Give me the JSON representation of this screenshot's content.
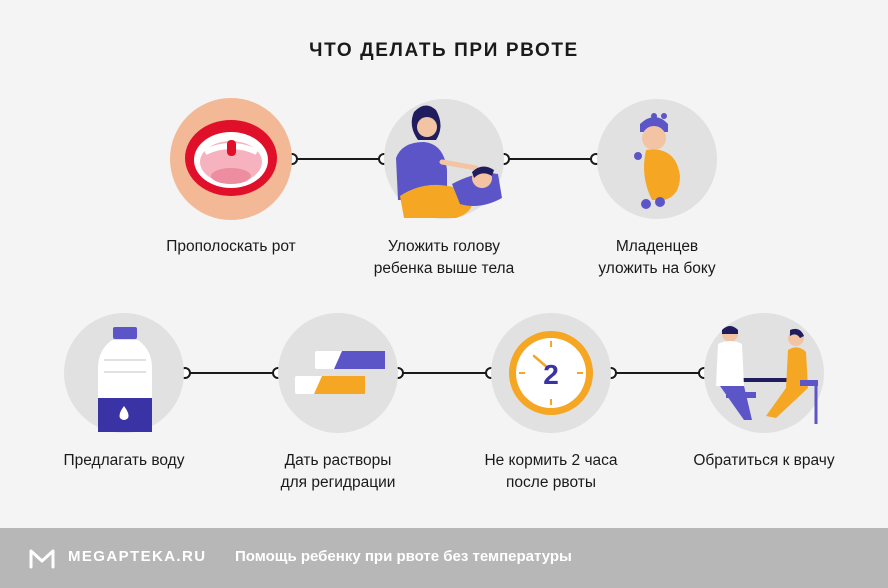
{
  "title": "ЧТО ДЕЛАТЬ ПРИ РВОТЕ",
  "steps": [
    {
      "icon": "open-mouth-icon",
      "label_lines": [
        "Прополоскать рот"
      ]
    },
    {
      "icon": "mother-and-child-icon",
      "label_lines": [
        "Уложить голову",
        "ребенка выше тела"
      ]
    },
    {
      "icon": "baby-on-side-icon",
      "label_lines": [
        "Младенцев",
        "уложить на боку"
      ]
    },
    {
      "icon": "water-bottle-icon",
      "label_lines": [
        "Предлагать воду"
      ]
    },
    {
      "icon": "rehydration-sachets-icon",
      "label_lines": [
        "Дать растворы",
        "для регидрации"
      ]
    },
    {
      "icon": "clock-icon",
      "label_lines": [
        "Не кормить 2 часа",
        "после рвоты"
      ]
    },
    {
      "icon": "doctor-visit-icon",
      "label_lines": [
        "Обратиться к врачу"
      ]
    }
  ],
  "clock_number": "2",
  "footer": {
    "brand": "MEGAPTEKA.RU",
    "caption": "Помощь ребенку при рвоте без температуры"
  },
  "colors": {
    "background": "#f4f4f4",
    "circle": "#e1e1e1",
    "mouth_circle": "#f3b896",
    "purple": "#5b55c8",
    "orange": "#f5a623",
    "footer": "#b7b7b7"
  }
}
